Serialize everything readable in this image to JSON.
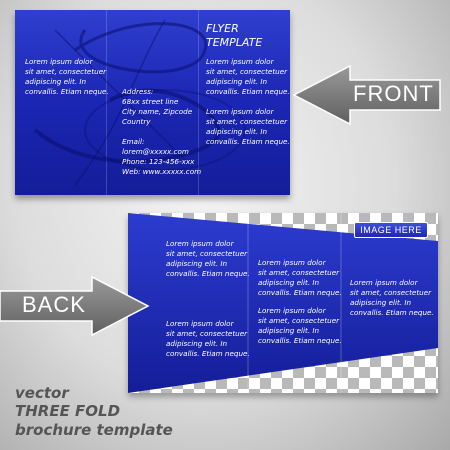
{
  "front": {
    "title_lines": [
      "FLYER",
      "TEMPLATE"
    ],
    "lorem_lines": [
      "Lorem ipsum dolor",
      "sit amet, consectetuer",
      "adipiscing elit. In",
      "convallis. Etiam neque."
    ],
    "address_lines": [
      "Address:",
      "68xx street line",
      "City name, Zipcode",
      "Country"
    ],
    "contact_lines": [
      "Email:",
      "lorem@xxxxx.com",
      "Phone: 123-456-xxx",
      "Web: www.xxxxx.com"
    ],
    "arrow_label": "FRONT"
  },
  "back": {
    "image_label": "IMAGE HERE",
    "lorem_lines": [
      "Lorem ipsum dolor",
      "sit amet, consectetuer",
      "adipiscing elit. In",
      "convallis. Etiam neque."
    ],
    "arrow_label": "BACK"
  },
  "caption": {
    "line1": "vector",
    "line2": "THREE FOLD",
    "line3": "brochure template"
  },
  "colors": {
    "brochure_blue": "#1b26b3",
    "arrow_gray": "#7a7a7a",
    "caption_gray": "#555555"
  }
}
